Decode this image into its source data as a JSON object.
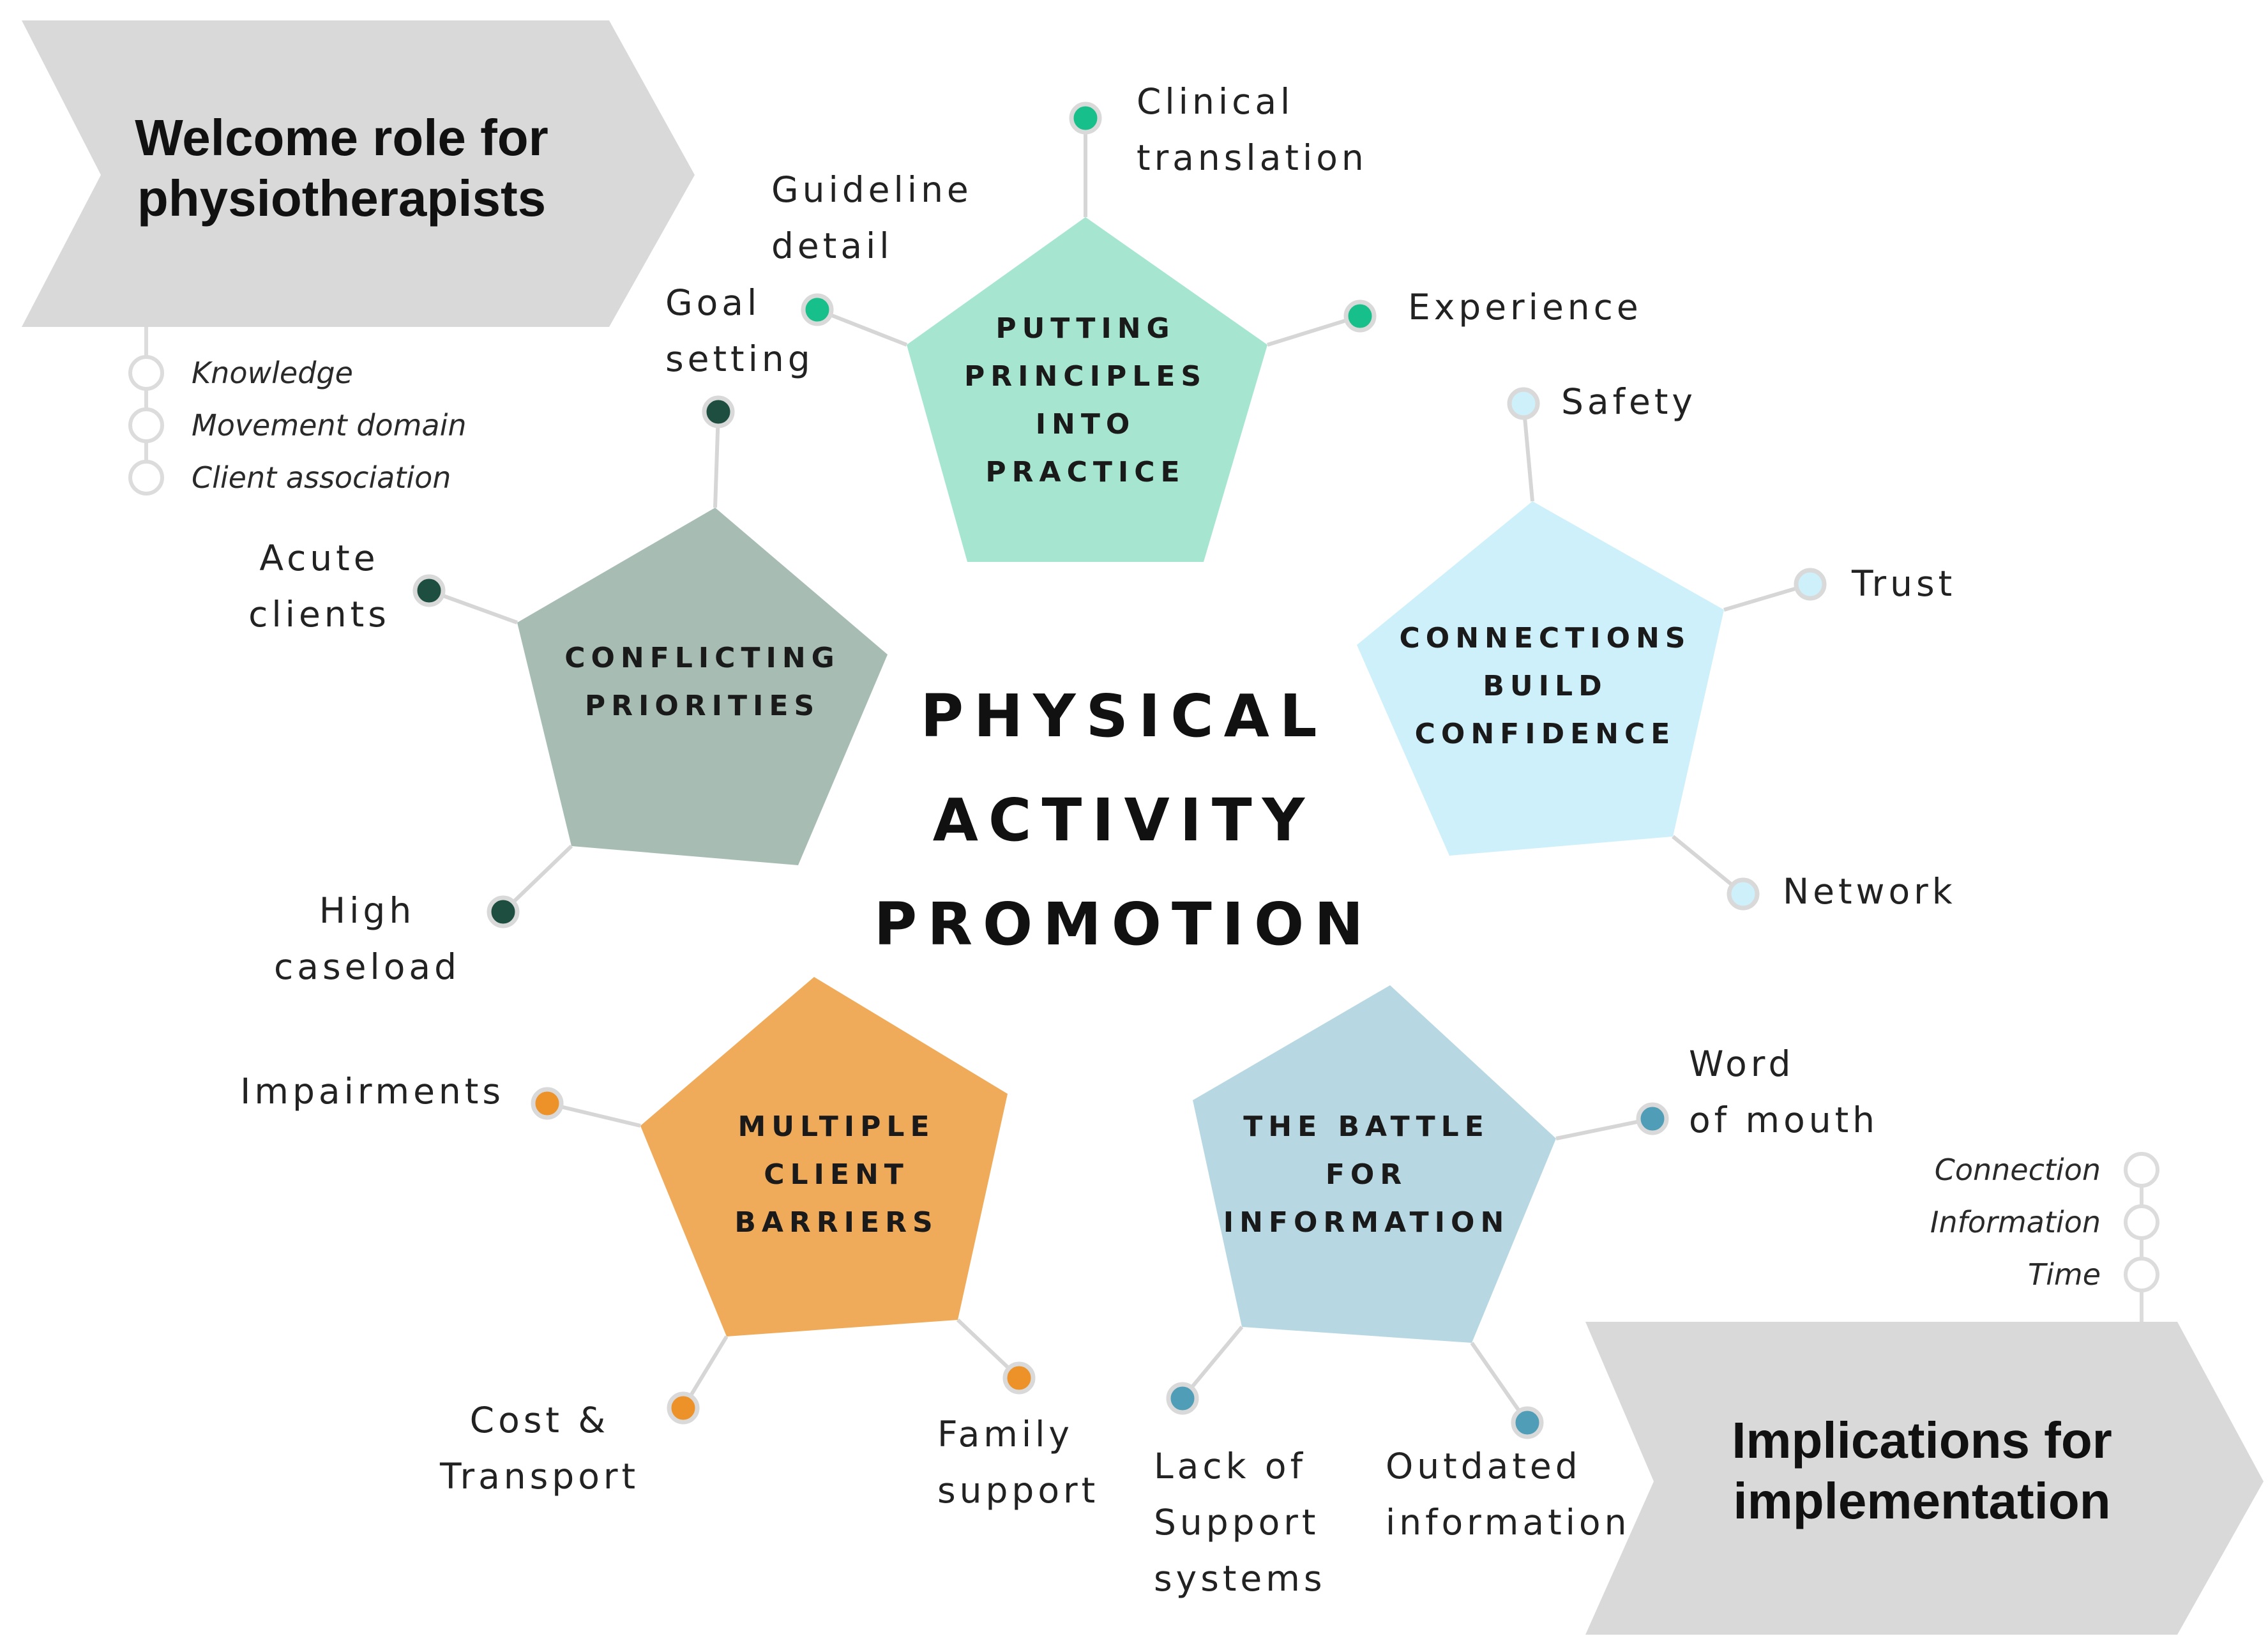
{
  "center_title": [
    "PHYSICAL",
    "ACTIVITY",
    "PROMOTION"
  ],
  "banner_top": {
    "title": [
      "Welcome role for",
      "physiotherapists"
    ],
    "items": [
      "Knowledge",
      "Movement domain",
      "Client association"
    ]
  },
  "banner_bottom": {
    "title": [
      "Implications for",
      "implementation"
    ],
    "items": [
      "Connection",
      "Information",
      "Time"
    ]
  },
  "themes": [
    {
      "id": "putting-principles",
      "title": [
        "PUTTING",
        "PRINCIPLES",
        "INTO",
        "PRACTICE"
      ],
      "fill": "#a6e6d0",
      "dot": "#17c08a",
      "subthemes": [
        {
          "label": [
            "Clinical",
            "translation"
          ]
        },
        {
          "label": [
            "Guideline",
            "detail"
          ]
        },
        {
          "label": [
            "Experience"
          ]
        }
      ]
    },
    {
      "id": "conflicting-priorities",
      "title": [
        "CONFLICTING",
        "PRIORITIES"
      ],
      "fill": "#a7bdb4",
      "dot": "#1e4e40",
      "subthemes": [
        {
          "label": [
            "Goal",
            "setting"
          ]
        },
        {
          "label": [
            "Acute",
            "clients"
          ]
        },
        {
          "label": [
            "High",
            "caseload"
          ]
        }
      ]
    },
    {
      "id": "connections-build-confidence",
      "title": [
        "CONNECTIONS",
        "BUILD",
        "CONFIDENCE"
      ],
      "fill": "#cdf0fb",
      "dot": "#cdf0fb",
      "subthemes": [
        {
          "label": [
            "Safety"
          ]
        },
        {
          "label": [
            "Trust"
          ]
        },
        {
          "label": [
            "Network"
          ]
        }
      ]
    },
    {
      "id": "multiple-client-barriers",
      "title": [
        "MULTIPLE",
        "CLIENT",
        "BARRIERS"
      ],
      "fill": "#f0ab5a",
      "dot": "#ec9228",
      "subthemes": [
        {
          "label": [
            "Impairments"
          ]
        },
        {
          "label": [
            "Cost &",
            "Transport"
          ]
        },
        {
          "label": [
            "Family",
            "support"
          ]
        }
      ]
    },
    {
      "id": "battle-for-information",
      "title": [
        "THE BATTLE",
        "FOR",
        "INFORMATION"
      ],
      "fill": "#b7d8e2",
      "dot": "#4f9db7",
      "subthemes": [
        {
          "label": [
            "Word",
            "of mouth"
          ]
        },
        {
          "label": [
            "Lack of",
            "Support",
            "systems"
          ]
        },
        {
          "label": [
            "Outdated",
            "information"
          ]
        }
      ]
    }
  ]
}
